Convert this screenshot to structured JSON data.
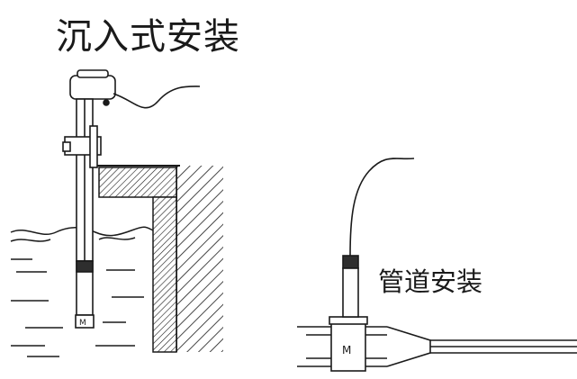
{
  "labels": {
    "submersible": "沉入式安装",
    "pipeline": "管道安装"
  },
  "sensor_marks": {
    "submersible": "M",
    "pipeline": "M"
  },
  "colors": {
    "ink": "#1a1a1a",
    "band": "#2e2e2e",
    "background": "#ffffff"
  },
  "icons": {
    "submersible_sensor": "sensor-probe-icon",
    "pipeline_sensor": "sensor-probe-icon"
  }
}
